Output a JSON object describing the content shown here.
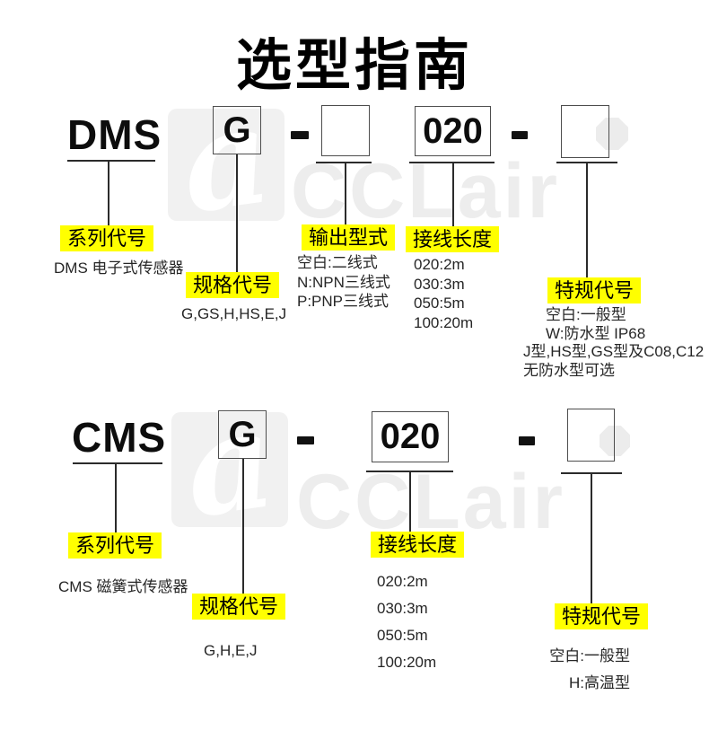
{
  "title": "选型指南",
  "watermark": {
    "brand": "CCLair",
    "logo_letter": "a"
  },
  "colors": {
    "highlight": "#ffff00",
    "text": "#262626",
    "watermark_gray": "#ededed"
  },
  "dms": {
    "model": "DMS",
    "spec_code": "G",
    "length_code": "020",
    "series": {
      "label": "系列代号",
      "desc": "DMS 电子式传感器"
    },
    "spec": {
      "label": "规格代号",
      "options": "G,GS,H,HS,E,J"
    },
    "output": {
      "label": "输出型式",
      "options": [
        "空白:二线式",
        "N:NPN三线式",
        "P:PNP三线式"
      ]
    },
    "length": {
      "label": "接线长度",
      "options": [
        "020:2m",
        "030:3m",
        "050:5m",
        "100:20m"
      ]
    },
    "special": {
      "label": "特规代号",
      "options": [
        "空白:一般型",
        "W:防水型 IP68",
        "J型,HS型,GS型及C08,C12",
        "无防水型可选"
      ]
    }
  },
  "cms": {
    "model": "CMS",
    "spec_code": "G",
    "length_code": "020",
    "series": {
      "label": "系列代号",
      "desc": "CMS 磁簧式传感器"
    },
    "spec": {
      "label": "规格代号",
      "options": "G,H,E,J"
    },
    "length": {
      "label": "接线长度",
      "options": [
        "020:2m",
        "030:3m",
        "050:5m",
        "100:20m"
      ]
    },
    "special": {
      "label": "特规代号",
      "options": [
        "空白:一般型",
        "H:高温型"
      ]
    }
  }
}
